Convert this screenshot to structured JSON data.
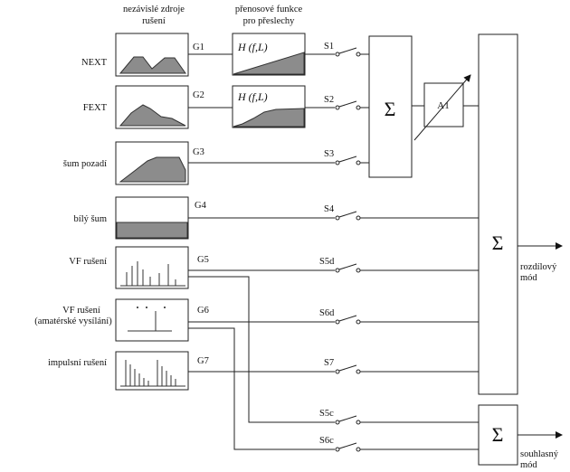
{
  "headers": {
    "sources": [
      "nezávislé zdroje",
      "rušení"
    ],
    "transfer": [
      "přenosové funkce",
      "pro přeslechy"
    ]
  },
  "rows": [
    {
      "id": "next",
      "label": [
        "NEXT"
      ],
      "gen": "G1",
      "switch": "S1"
    },
    {
      "id": "fext",
      "label": [
        "FEXT"
      ],
      "gen": "G2",
      "switch": "S2"
    },
    {
      "id": "bg",
      "label": [
        "šum pozadí"
      ],
      "gen": "G3",
      "switch": "S3"
    },
    {
      "id": "white",
      "label": [
        "bílý šum"
      ],
      "gen": "G4",
      "switch": "S4"
    },
    {
      "id": "hf",
      "label": [
        "VF rušení"
      ],
      "gen": "G5",
      "switch": "S5d"
    },
    {
      "id": "hfam",
      "label": [
        "VF rušení",
        "(amatérské vysílání)"
      ],
      "gen": "G6",
      "switch": "S6d"
    },
    {
      "id": "imp",
      "label": [
        "impulsní rušení"
      ],
      "gen": "G7",
      "switch": "S7"
    }
  ],
  "transfer_function": "H (f,L)",
  "common_switches": [
    "S5c",
    "S6c"
  ],
  "sum_symbol": "Σ",
  "amplifier": "A1",
  "outputs": {
    "differential": [
      "rozdílový",
      "mód"
    ],
    "common": [
      "souhlasný",
      "mód"
    ]
  }
}
